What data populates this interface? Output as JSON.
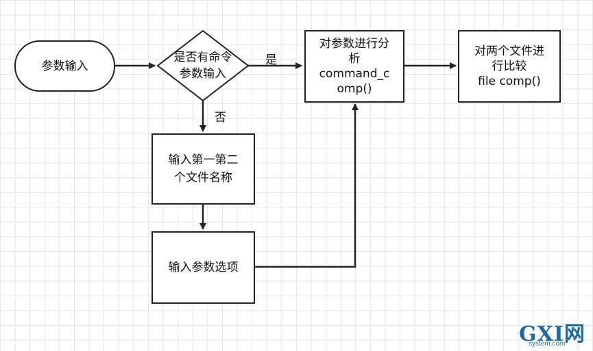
{
  "nodes": {
    "start": "参数输入",
    "decision": [
      "是否有命令",
      "参数输入"
    ],
    "analyze": [
      "对参数进行分",
      "析",
      "command_c",
      "omp()"
    ],
    "compare": [
      "对两个文件进",
      "行比较",
      "file comp()"
    ],
    "input_names": [
      "输入第一第二",
      "个文件名称"
    ],
    "input_options": "输入参数选项"
  },
  "edge_labels": {
    "yes": "是",
    "no": "否"
  },
  "watermark": {
    "logo": "GXI网",
    "site": "system.com"
  },
  "colors": {
    "stroke": "#222222",
    "grid": "#e4e4e4",
    "watermark": "#1e6aa5"
  }
}
